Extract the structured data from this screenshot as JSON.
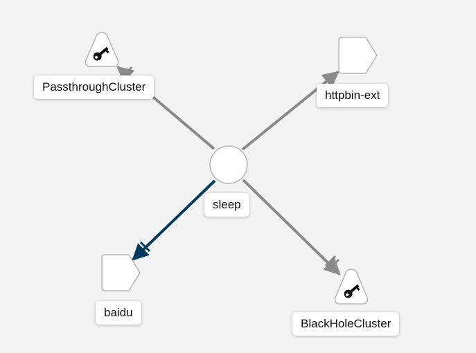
{
  "graph": {
    "nodes": [
      {
        "id": "sleep",
        "label": "sleep",
        "shape": "circle",
        "icon": "none"
      },
      {
        "id": "passthrough",
        "label": "PassthroughCluster",
        "shape": "triangle",
        "icon": "key-icon"
      },
      {
        "id": "httpbin",
        "label": "httpbin-ext",
        "shape": "pentagon-tag",
        "icon": "none"
      },
      {
        "id": "baidu",
        "label": "baidu",
        "shape": "pentagon-tag",
        "icon": "none"
      },
      {
        "id": "blackhole",
        "label": "BlackHoleCluster",
        "shape": "triangle",
        "icon": "key-icon"
      }
    ],
    "edges": [
      {
        "from": "sleep",
        "to": "passthrough",
        "color": "#8a8a8a",
        "circuit_breaker": false
      },
      {
        "from": "sleep",
        "to": "httpbin",
        "color": "#8a8a8a",
        "circuit_breaker": false
      },
      {
        "from": "sleep",
        "to": "baidu",
        "color": "#003a5c",
        "circuit_breaker": true
      },
      {
        "from": "sleep",
        "to": "blackhole",
        "color": "#8a8a8a",
        "circuit_breaker": true
      }
    ]
  },
  "colors": {
    "background": "#f3f3f3",
    "edge_default": "#8a8a8a",
    "edge_selected": "#003a5c",
    "node_fill": "#ffffff",
    "node_stroke": "#b5b5b5"
  }
}
